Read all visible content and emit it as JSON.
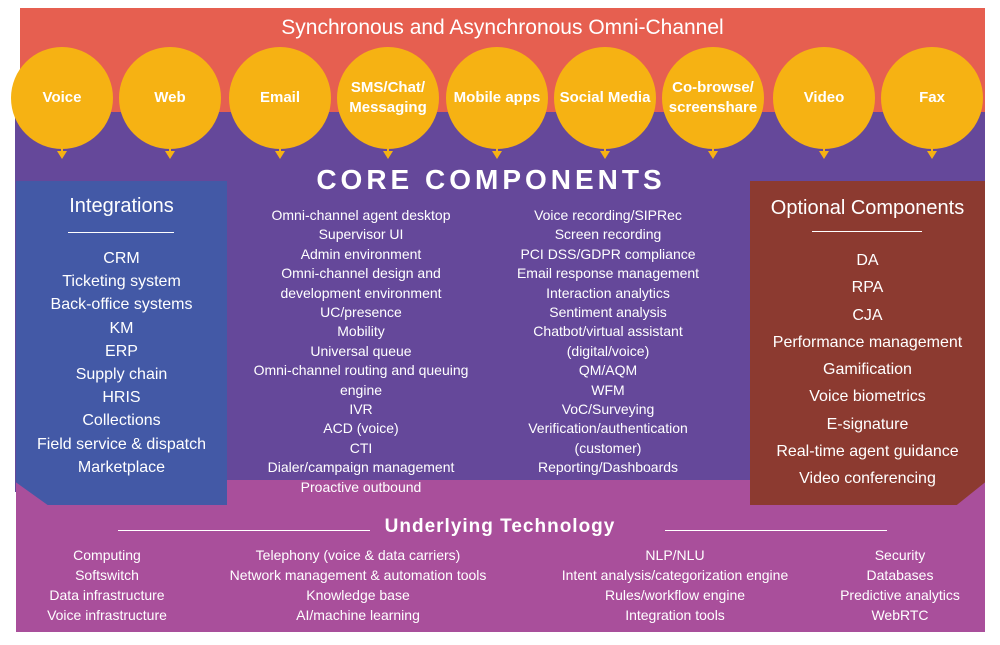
{
  "header": {
    "title": "Synchronous and Asynchronous Omni-Channel"
  },
  "channels": [
    "Voice",
    "Web",
    "Email",
    "SMS/Chat/\nMessaging",
    "Mobile apps",
    "Social Media",
    "Co-browse/\nscreenshare",
    "Video",
    "Fax"
  ],
  "integrations": {
    "title": "Integrations",
    "items": [
      "CRM",
      "Ticketing system",
      "Back-office systems",
      "KM",
      "ERP",
      "Supply chain",
      "HRIS",
      "Collections",
      "Field service & dispatch",
      "Marketplace"
    ]
  },
  "core": {
    "title": "CORE COMPONENTS",
    "left": [
      "Omni-channel agent desktop",
      "Supervisor UI",
      "Admin environment",
      "Omni-channel design and\ndevelopment environment",
      "UC/presence",
      "Mobility",
      "Universal queue",
      "Omni-channel routing and queuing\nengine",
      "IVR",
      "ACD (voice)",
      "CTI",
      "Dialer/campaign management",
      "Proactive outbound"
    ],
    "right": [
      "Voice recording/SIPRec",
      "Screen recording",
      "PCI DSS/GDPR compliance",
      "Email response management",
      "Interaction analytics",
      "Sentiment analysis",
      "Chatbot/virtual assistant\n(digital/voice)",
      "QM/AQM",
      "WFM",
      "VoC/Surveying",
      "Verification/authentication\n(customer)",
      "Reporting/Dashboards"
    ]
  },
  "optional": {
    "title": "Optional Components",
    "items": [
      "DA",
      "RPA",
      "CJA",
      "Performance management",
      "Gamification",
      "Voice biometrics",
      "E-signature",
      "Real-time agent guidance",
      "Video conferencing"
    ]
  },
  "underlying": {
    "title": "Underlying Technology",
    "columns": [
      [
        "Computing",
        "Softswitch",
        "Data infrastructure",
        "Voice infrastructure"
      ],
      [
        "Telephony (voice & data carriers)",
        "Network management & automation tools",
        "Knowledge base",
        "AI/machine learning"
      ],
      [
        "NLP/NLU",
        "Intent analysis/categorization engine",
        "Rules/workflow engine",
        "Integration tools"
      ],
      [
        "Security",
        "Databases",
        "Predictive analytics",
        "WebRTC"
      ]
    ]
  }
}
